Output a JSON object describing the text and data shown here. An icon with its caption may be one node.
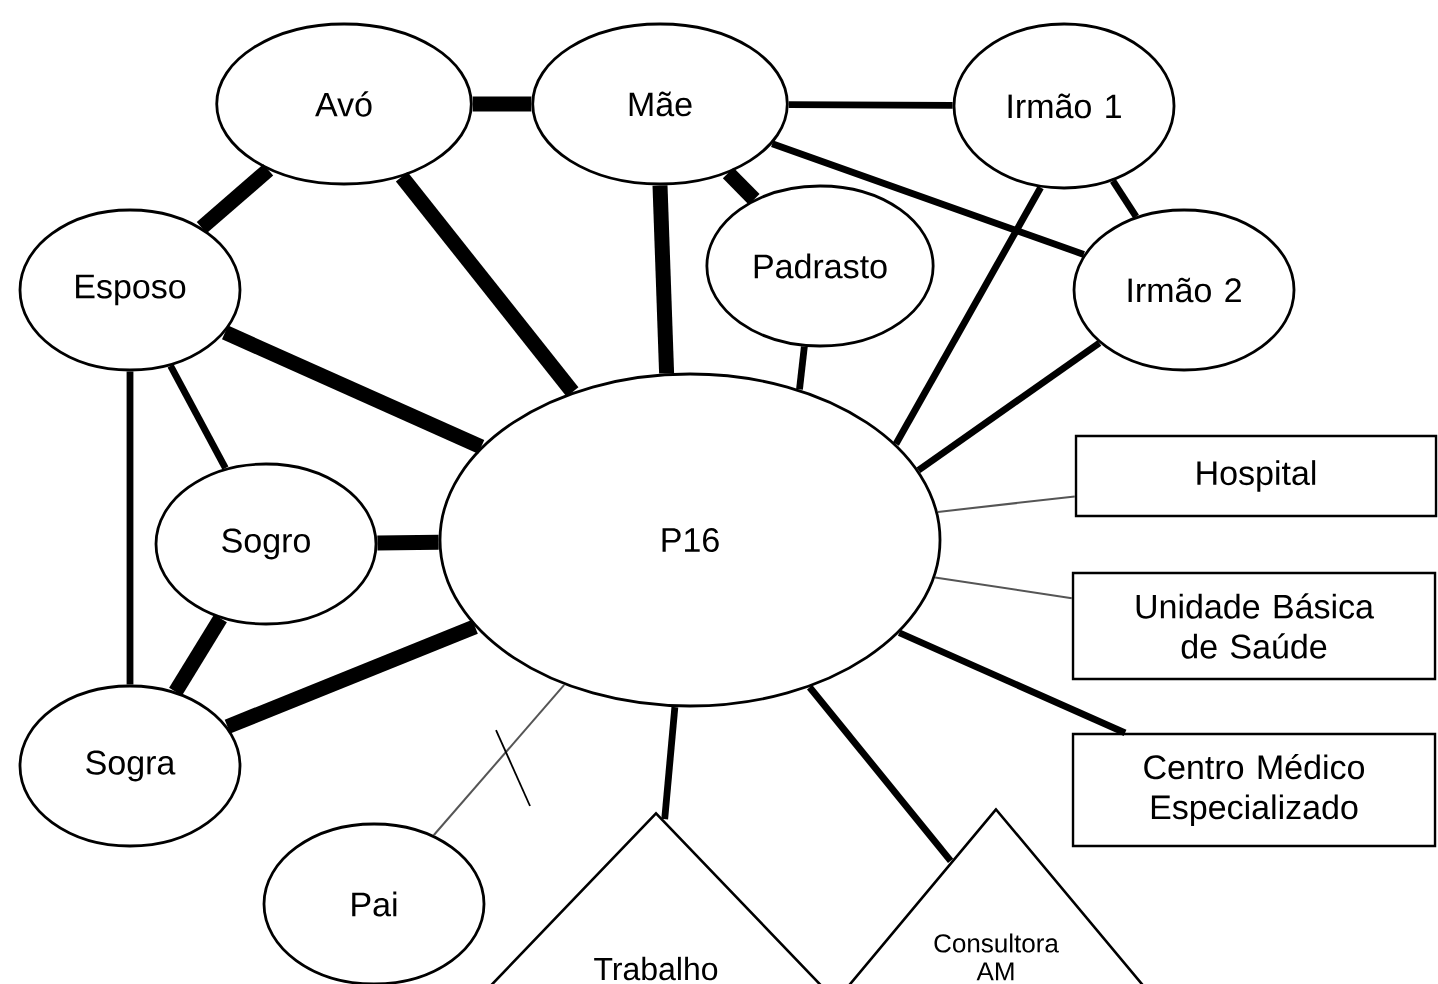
{
  "diagram": {
    "nodes": [
      {
        "text": [
          "Avó"
        ]
      },
      {
        "text": [
          "Mãe"
        ]
      },
      {
        "text": [
          "Irmão 1"
        ]
      },
      {
        "text": [
          "Esposo"
        ]
      },
      {
        "text": [
          "Padrasto"
        ]
      },
      {
        "text": [
          "Irmão 2"
        ]
      },
      {
        "text": [
          "P16"
        ]
      },
      {
        "text": [
          "Hospital"
        ]
      },
      {
        "text": [
          "Sogro"
        ]
      },
      {
        "text": [
          "Unidade Básica de Saúde"
        ]
      },
      {
        "text": [
          "Sogra"
        ]
      },
      {
        "text": [
          "Centro Médico Especializado"
        ]
      },
      {
        "text": [
          "Pai"
        ]
      },
      {
        "text": [
          "Trabalho"
        ]
      },
      {
        "text": [
          "Consultora AM"
        ]
      }
    ],
    "edges": [
      {
        "from": 0,
        "to": 1,
        "arrow": "none",
        "style": "thick"
      },
      {
        "from": 0,
        "to": 3,
        "arrow": "none",
        "style": "thick"
      },
      {
        "from": 0,
        "to": 6,
        "arrow": "none",
        "style": "thick"
      },
      {
        "from": 1,
        "to": 6,
        "arrow": "none",
        "style": "thick"
      },
      {
        "from": 1,
        "to": 2,
        "arrow": "none"
      },
      {
        "from": 1,
        "to": 4,
        "arrow": "none",
        "style": "thick"
      },
      {
        "from": 1,
        "to": 5,
        "arrow": "none"
      },
      {
        "from": 2,
        "to": 5,
        "arrow": "none"
      },
      {
        "from": 2,
        "to": 6,
        "arrow": "none"
      },
      {
        "from": 4,
        "to": 6,
        "arrow": "none"
      },
      {
        "from": 5,
        "to": 6,
        "arrow": "none"
      },
      {
        "from": 3,
        "to": 6,
        "arrow": "none",
        "style": "thick"
      },
      {
        "from": 3,
        "to": 8,
        "arrow": "none"
      },
      {
        "from": 3,
        "to": 10,
        "arrow": "none"
      },
      {
        "from": 6,
        "to": 7,
        "arrow": "none",
        "color": "#555555"
      },
      {
        "from": 8,
        "to": 6,
        "arrow": "none",
        "style": "thick"
      },
      {
        "from": 8,
        "to": 10,
        "arrow": "none",
        "style": "thick"
      },
      {
        "from": 6,
        "to": 9,
        "arrow": "none",
        "color": "#555555"
      },
      {
        "from": 10,
        "to": 6,
        "arrow": "none",
        "style": "thick"
      },
      {
        "from": 6,
        "to": 11,
        "arrow": "none"
      },
      {
        "from": 6,
        "to": 12,
        "arrow": "none",
        "color": "#555555"
      },
      {
        "from": 6,
        "to": 13,
        "arrow": "none"
      },
      {
        "from": 6,
        "to": 14,
        "arrow": "none"
      }
    ]
  }
}
